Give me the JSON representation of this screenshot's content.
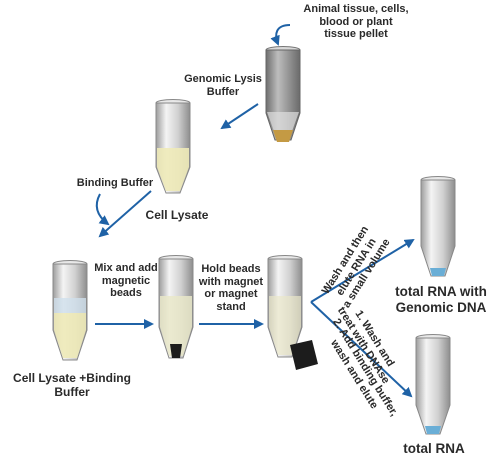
{
  "labels": {
    "source_sample": "Animal tissue, cells,\nblood or plant\ntissue pellet",
    "genomic_lysis_buffer": "Genomic Lysis\nBuffer",
    "binding_buffer": "Binding Buffer",
    "cell_lysate": "Cell Lysate",
    "cell_lysate_binding_buffer": "Cell Lysate +Binding\nBuffer",
    "mix_beads": "Mix and add\nmagnetic\nbeads",
    "hold_beads": "Hold beads\nwith magnet\nor magnet\nstand",
    "wash_elute": "Wash and then\nelute RNA in\na small volume",
    "dnase_step": "1. Wash and\ntreat with DNAse",
    "binding_wash_elute": "2. Add binding buffer,\nwash and elute",
    "total_rna_genomic": "total RNA with\nGenomic DNA",
    "total_rna": "total RNA"
  },
  "colors": {
    "arrow": "#1f62a6",
    "tube_light": "#f3f3f3",
    "tube_mid": "#bcbcbc",
    "tube_dark": "#8c8c8c",
    "lysate_yellow": "#eeeab8",
    "pellet_gold": "#c49a44",
    "beads_black": "#1c1c1c",
    "rna_blue": "#6aaed6",
    "clear_blue": "#cfe0ec"
  }
}
